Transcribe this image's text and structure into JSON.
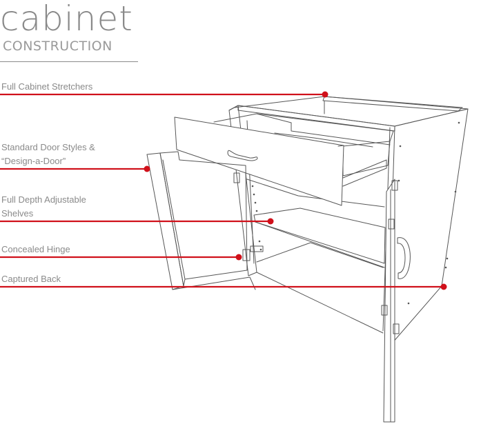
{
  "header": {
    "title": "cabinet",
    "subtitle": "CONSTRUCTION"
  },
  "callouts": [
    {
      "id": "stretchers",
      "lines": [
        "Full Cabinet Stretchers"
      ]
    },
    {
      "id": "door-styles",
      "lines": [
        "Standard Door Styles &",
        "“Design-a-Door”"
      ]
    },
    {
      "id": "shelves",
      "lines": [
        "Full Depth Adjustable",
        "Shelves"
      ]
    },
    {
      "id": "hinge",
      "lines": [
        "Concealed Hinge"
      ]
    },
    {
      "id": "back",
      "lines": [
        "Captured Back"
      ]
    }
  ],
  "colors": {
    "leader": "#d0101a",
    "text": "#8a8a8a",
    "drawing": "#555555"
  }
}
